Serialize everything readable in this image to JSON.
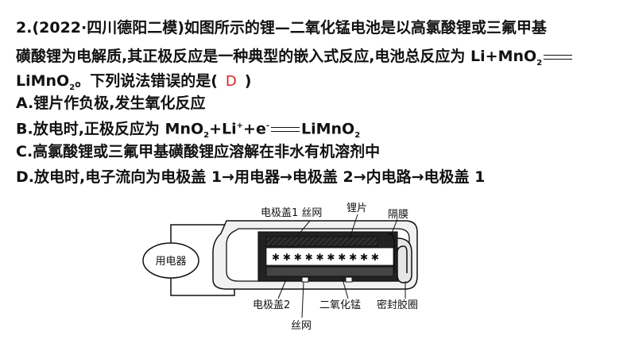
{
  "question": {
    "number": "2.",
    "source": "(2022·四川德阳二模)",
    "stem_a": "如图所示的锂—二氧化锰电池是以高氯酸锂或三氟甲基",
    "stem_b": "磺酸锂为电解质,其正极反应是一种典型的嵌入式反应,电池总反应为 Li+MnO",
    "stem_b_sub": "2",
    "stem_c": "LiMnO",
    "stem_c_sub": "2",
    "stem_c_tail": "。下列说法错误的是(",
    "answer": "D",
    "close_paren": ")"
  },
  "options": {
    "a": "A.锂片作负极,发生氧化反应",
    "b_prefix": "B.放电时,正极反应为 MnO",
    "b_sub1": "2",
    "b_mid": "+Li",
    "b_sup1": "+",
    "b_mid2": "+e",
    "b_sup2": "-",
    "b_product": "LiMnO",
    "b_sub2": "2",
    "c": "C.高氯酸锂或三氟甲基磺酸锂应溶解在非水有机溶剂中",
    "d": "D.放电时,电子流向为电极盖 1→用电器→电极盖 2→内电路→电极盖 1"
  },
  "diagram": {
    "appliance": "用电器",
    "cap1_mesh": "电极盖1 丝网",
    "lithium": "锂片",
    "separator": "隔膜",
    "cap2": "电极盖2",
    "mno2": "二氧化锰",
    "seal": "密封胶圈",
    "mesh": "丝网"
  }
}
